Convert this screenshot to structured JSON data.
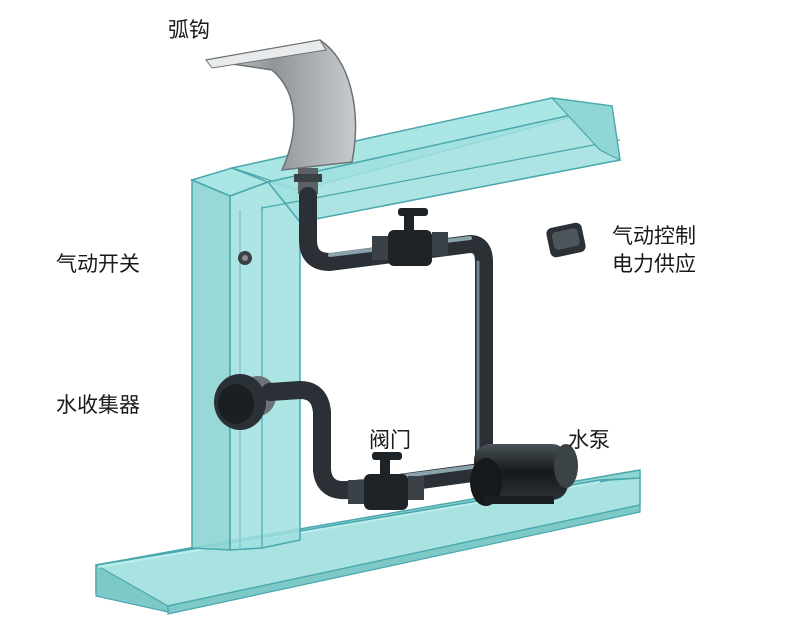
{
  "labels": {
    "curved_hook": "弧钩",
    "pneumatic_switch": "气动开关",
    "water_collector": "水收集器",
    "valve": "阀门",
    "water_pump": "水泵",
    "pneumatic_power_supply_line1": "气动控制",
    "pneumatic_power_supply_line2": "电力供应"
  },
  "colors": {
    "tank_fill": "#9fe0df",
    "tank_stroke": "#4aa8ad",
    "pipe_dark": "#2a3035",
    "pipe_light": "#8aa3ad",
    "hook_metal": "#9aa0a5"
  }
}
